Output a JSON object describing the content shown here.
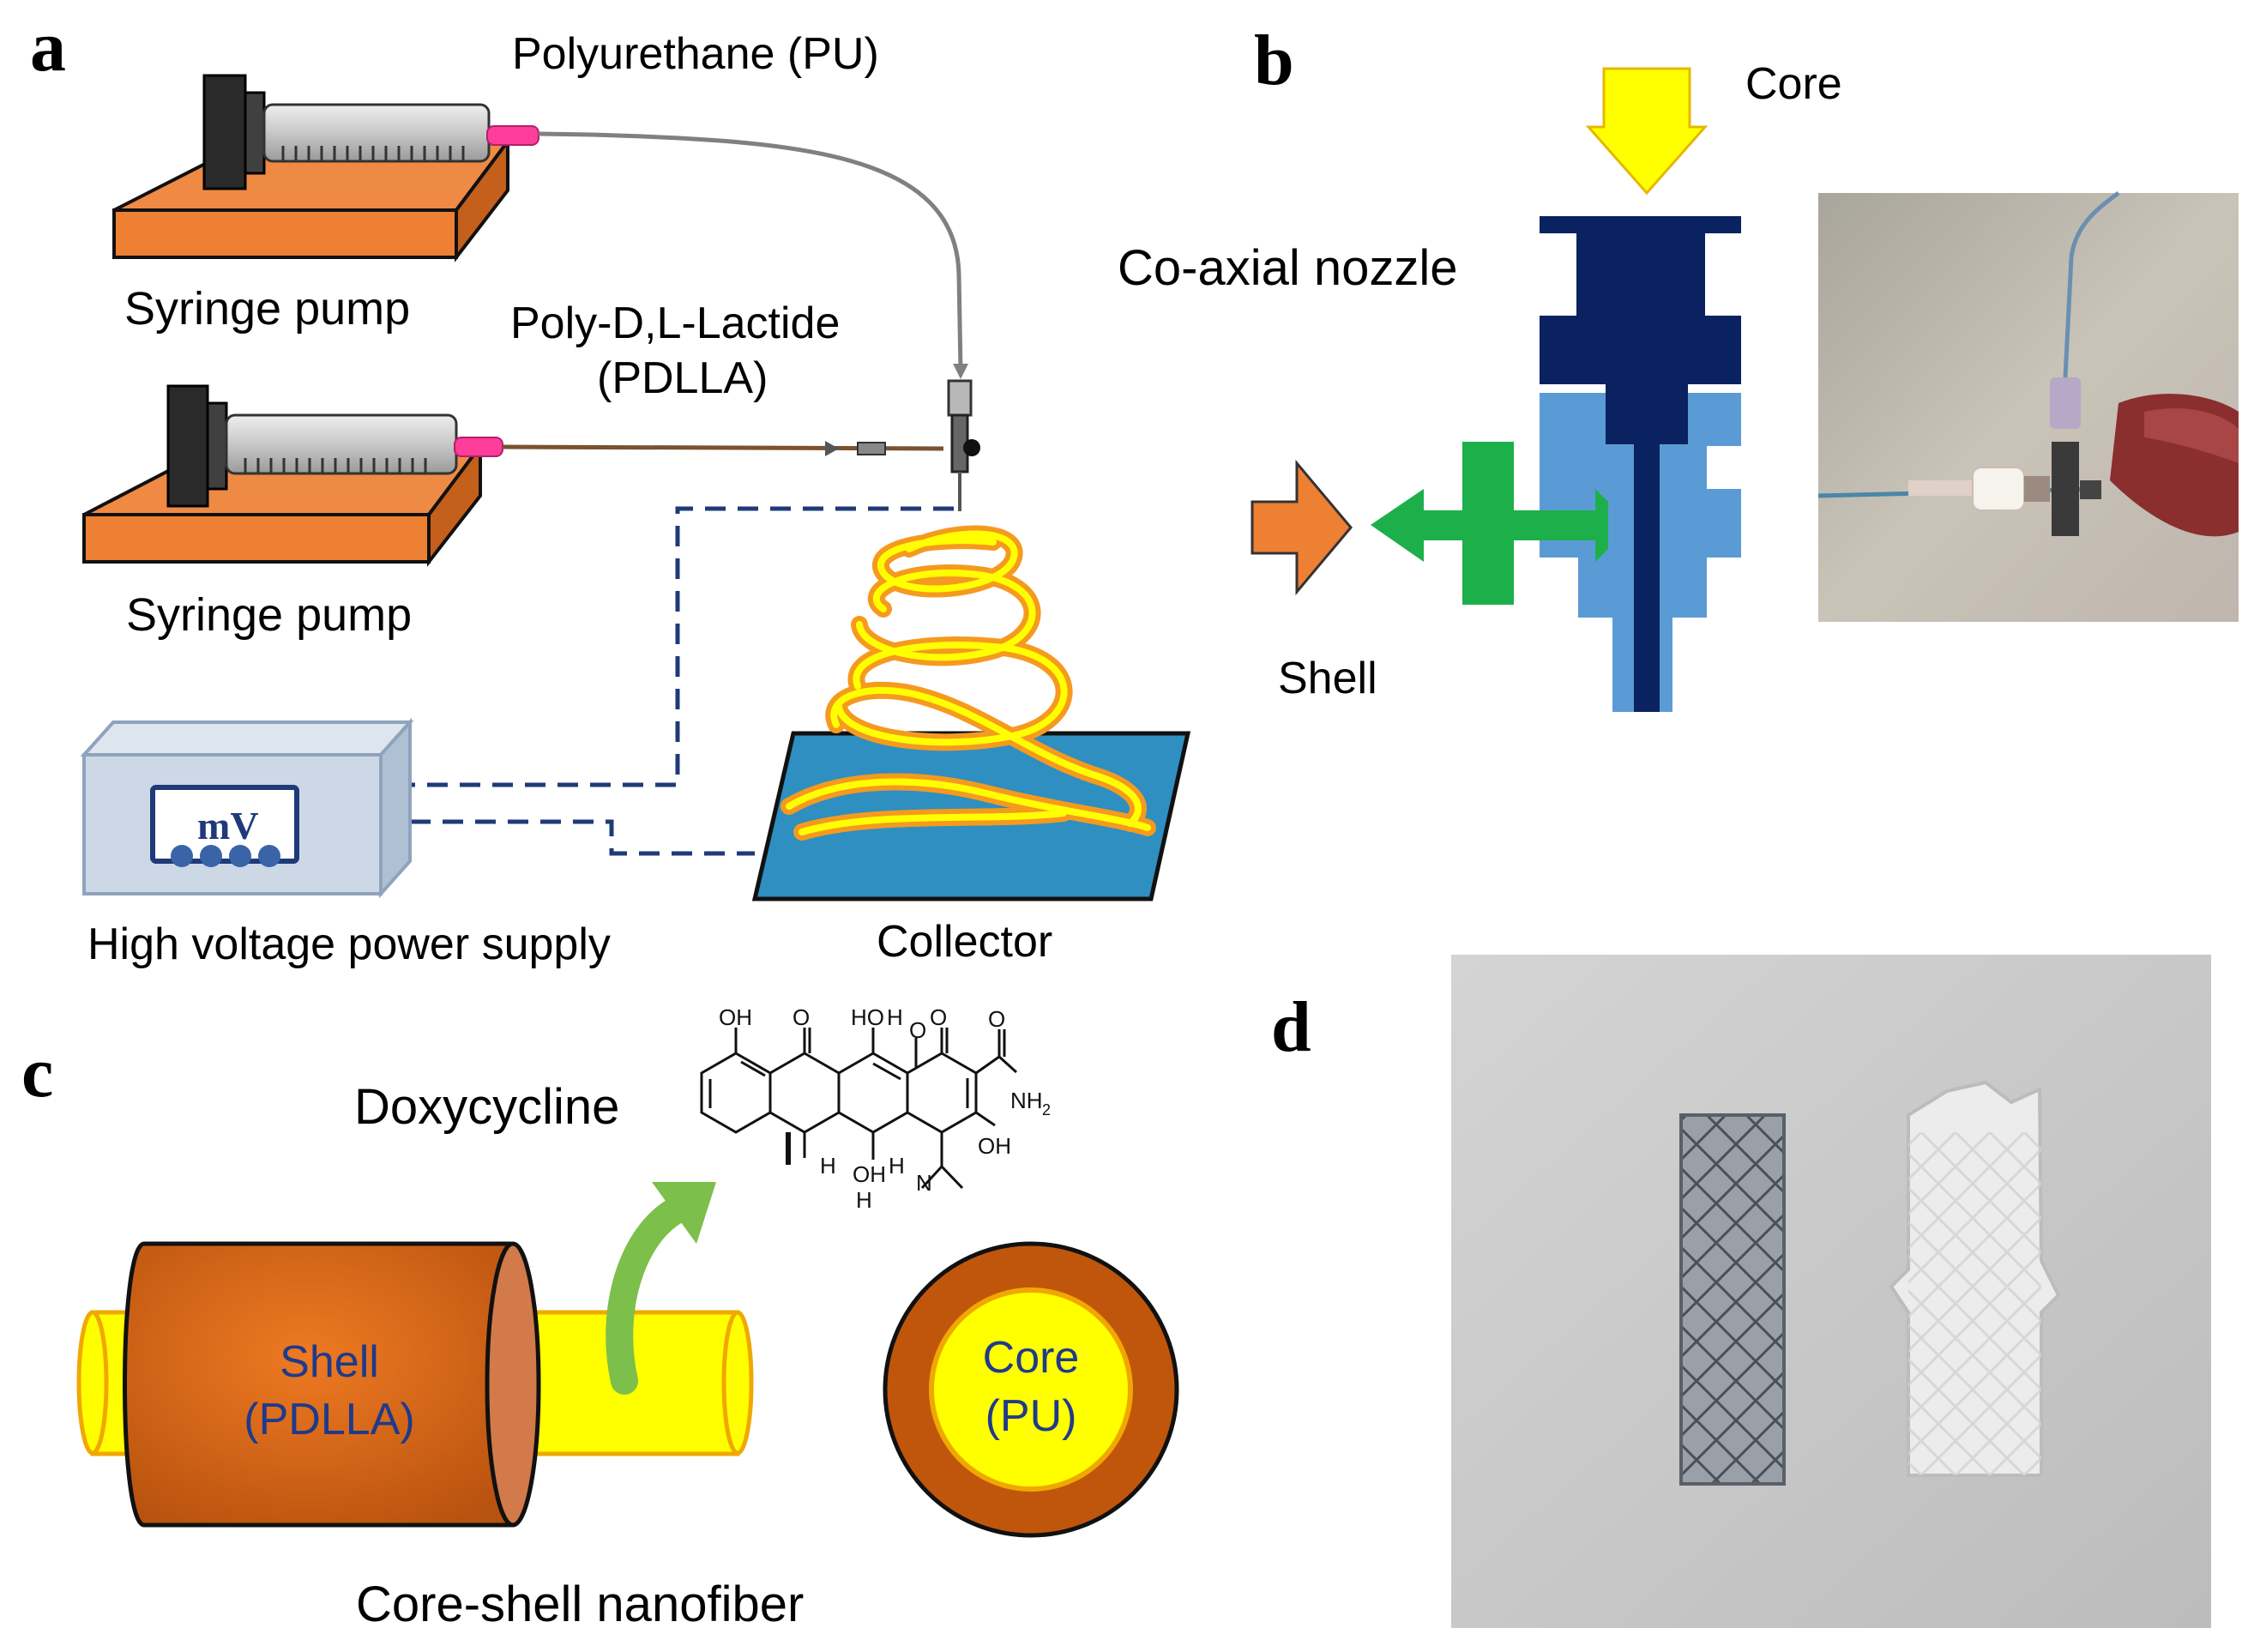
{
  "panels": {
    "a": {
      "letter": "a",
      "pu_label": "Polyurethane (PU)",
      "pump_label_1": "Syringe pump",
      "pdlla_label_1": "Poly-D,L-Lactide",
      "pdlla_label_2": "(PDLLA)",
      "pump_label_2": "Syringe pump",
      "meter_label": "mV",
      "power_label": "High voltage power supply",
      "collector_label": "Collector"
    },
    "b": {
      "letter": "b",
      "core_label": "Core",
      "nozzle_label": "Co-axial nozzle",
      "shell_label": "Shell"
    },
    "c": {
      "letter": "c",
      "drug_label": "Doxycycline",
      "shell_line1": "Shell",
      "shell_line2": "(PDLLA)",
      "core_line1": "Core",
      "core_line2": "(PU)",
      "fiber_label": "Core-shell nanofiber",
      "chem": {
        "oh1": "OH",
        "o1": "O",
        "ho": "HO",
        "h_top": "H",
        "o2": "O",
        "o3": "O",
        "nh2": "NH",
        "nh2_sub": "2",
        "oh_right": "OH",
        "h1": "H",
        "h2": "H",
        "oh_bottom": "OH",
        "h_bottom": "H",
        "n": "N"
      }
    },
    "d": {
      "letter": "d"
    }
  },
  "colors": {
    "pump_orange": "#ee8033",
    "core_yellow": "#ffff00",
    "shell_brown": "#c0560c",
    "nozzle_dark": "#0b2260",
    "nozzle_light": "#5b9bd5",
    "collector_blue": "#2e8fc0",
    "arrow_green": "#1db04a",
    "dashed_navy": "#1f3a78"
  }
}
